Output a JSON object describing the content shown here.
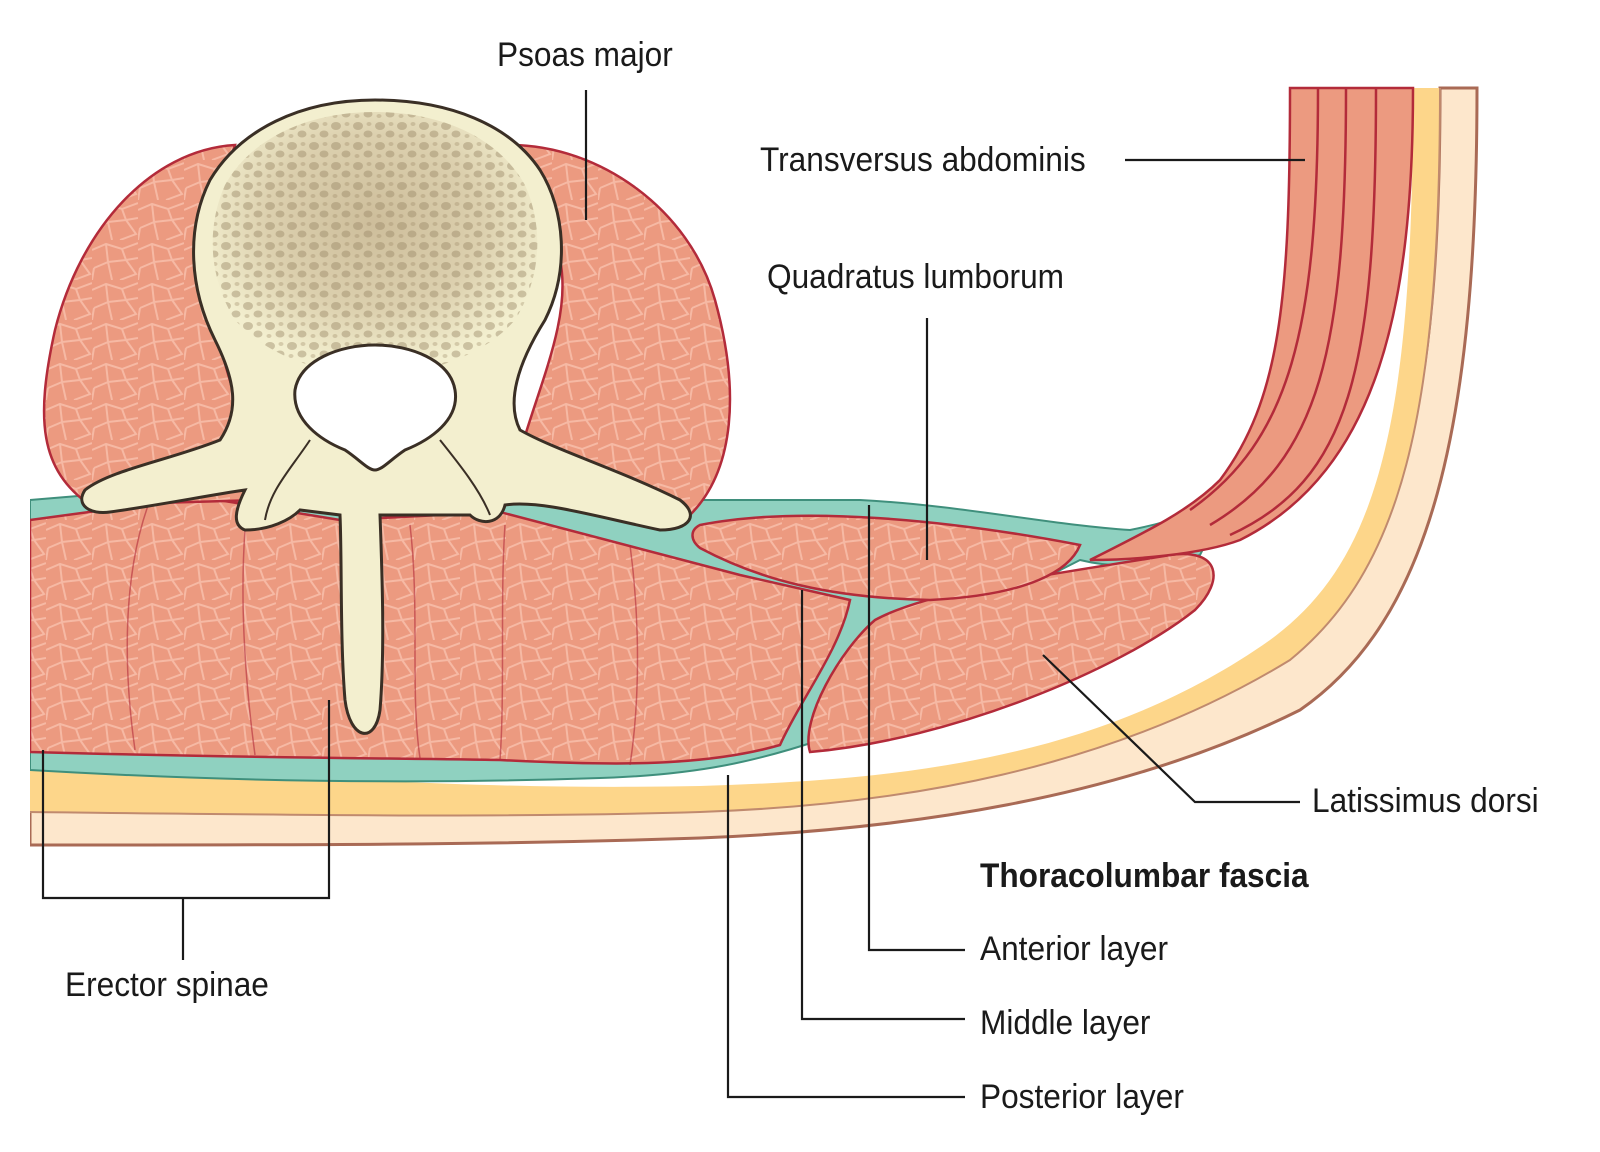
{
  "labels": {
    "psoas_major": "Psoas major",
    "transversus_abdominis": "Transversus abdominis",
    "quadratus_lumborum": "Quadratus lumborum",
    "latissimus_dorsi": "Latissimus dorsi",
    "thoracolumbar_fascia": "Thoracolumbar fascia",
    "anterior_layer": "Anterior layer",
    "middle_layer": "Middle layer",
    "posterior_layer": "Posterior layer",
    "erector_spinae": "Erector spinae"
  },
  "colors": {
    "muscle": "#ec9a80",
    "muscle_outline": "#b32b3a",
    "fascia": "#8fd1c0",
    "fat": "#fdd68a",
    "skin": "#fde7cc",
    "bone": "#f3efcf",
    "bone_center": "#c9b895"
  }
}
